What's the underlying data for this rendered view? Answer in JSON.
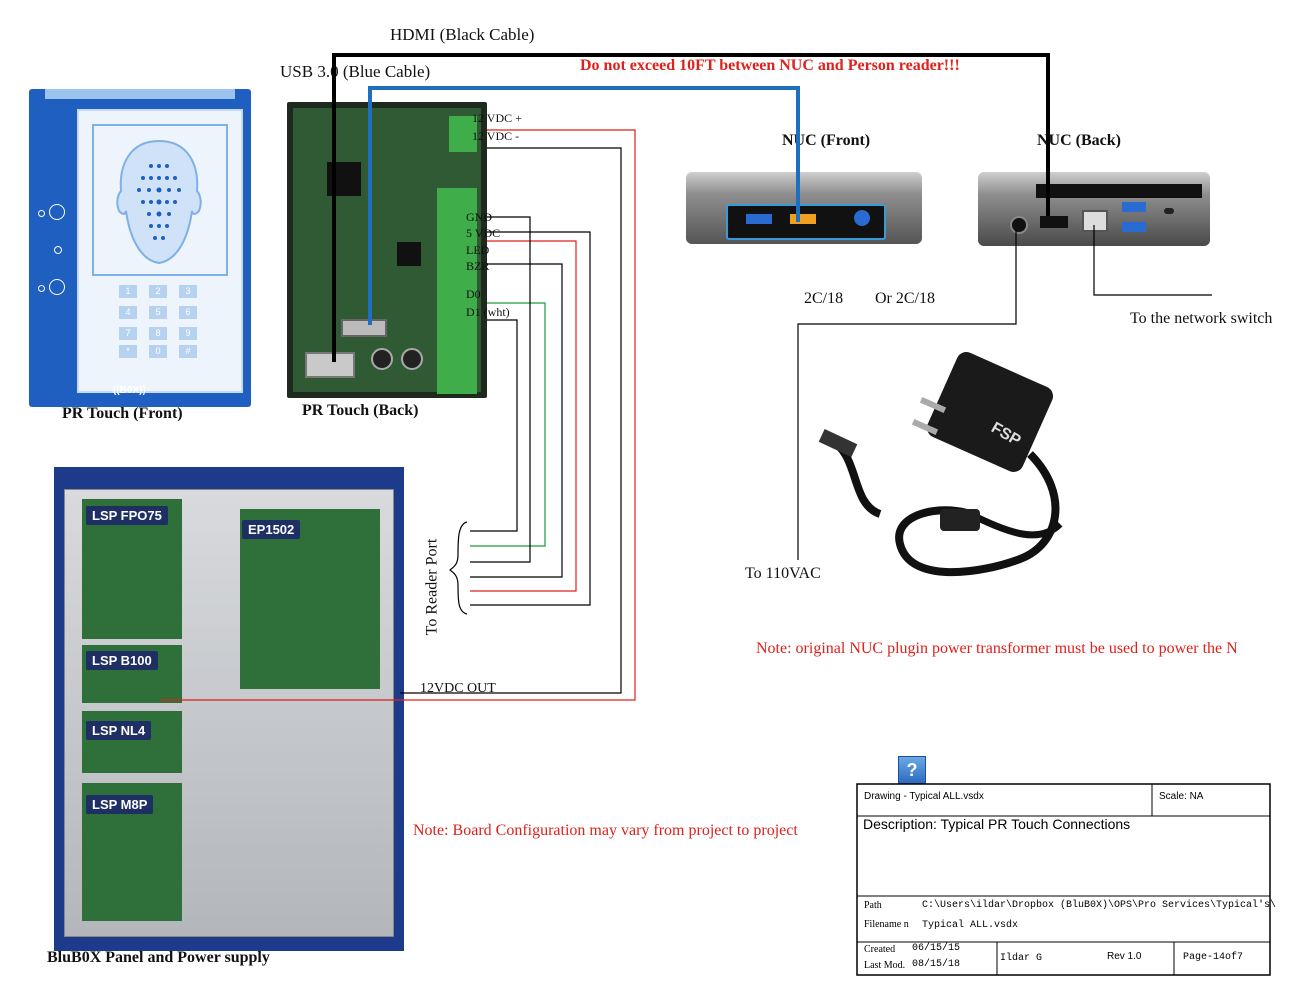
{
  "labels": {
    "hdmi_cable": "HDMI (Black Cable)",
    "usb_cable": "USB 3.0 (Blue Cable)",
    "warning": "Do not exceed 10FT between NUC and Person reader!!!",
    "nuc_front": "NUC (Front)",
    "nuc_back": "NUC (Back)",
    "pr_front": "PR Touch (Front)",
    "pr_back": "PR Touch (Back)",
    "cable_2c18": "2C/18",
    "cable_or_2c18": "Or 2C/18",
    "network_switch": "To the network switch",
    "to_110vac": "To 110VAC",
    "nuc_power_note": "Note: original NUC plugin power transformer must be used to power the N",
    "to_reader_port": "To Reader Port",
    "out_12vdc": "12VDC OUT",
    "board_config_note": "Note: Board Configuration may vary from project to project",
    "panel_caption": "BluB0X Panel and Power supply"
  },
  "terminals": {
    "vdc_plus": "12 VDC +",
    "vdc_minus": "12 VDC -",
    "gnd": "GND",
    "vdc": "5 VDC",
    "led": "LED",
    "bzr": "BZR",
    "d0": "D0",
    "d1": "D1 (wht)"
  },
  "boards": {
    "fpo75": "LSP FPO75",
    "ep1502": "EP1502",
    "b100": "LSP B100",
    "nl4": "LSP NL4",
    "m8p": "LSP M8P"
  },
  "device": {
    "brand": "((B0X))",
    "keys": [
      "1",
      "2",
      "3",
      "4",
      "5",
      "6",
      "7",
      "8",
      "9",
      "*",
      "0",
      "#"
    ],
    "psu_brand": "FSP"
  },
  "title_block": {
    "drawing": "Drawing - Typical ALL.vsdx",
    "scale": "Scale: NA",
    "description": "Description: Typical PR Touch Connections",
    "path_label": "Path",
    "path_value": "C:\\Users\\ildar\\Dropbox (BluB0X)\\OPS\\Pro Services\\Typical's\\",
    "filename_label": "Filename n",
    "filename_value": "Typical ALL.vsdx",
    "created_label": "Created",
    "created_value": "06/15/15",
    "lastmod_label": "Last Mod.",
    "lastmod_value": "08/15/18",
    "author": "Ildar G",
    "rev": "Rev 1.0",
    "page": "Page-14of7"
  },
  "help_icon": "?",
  "colors": {
    "wire_black": "#000000",
    "wire_red": "#e0201b",
    "wire_green": "#1f9a3a",
    "wire_blue": "#1f6fc0",
    "note_red": "#e0201b",
    "device_blue": "#1f5fbf",
    "panel_blue": "#1e3a8a",
    "pcb_green": "#2f6f3a"
  }
}
